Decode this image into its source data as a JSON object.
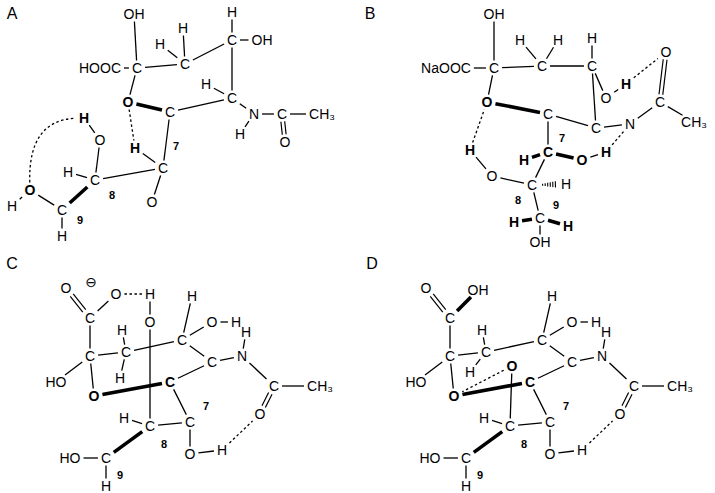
{
  "diagram": {
    "labels": [
      "A",
      "OH",
      "HOOC",
      "C",
      "H",
      "H",
      "C",
      "H",
      "C",
      "OH",
      "H",
      "C",
      "N",
      "H",
      "C",
      "O",
      "CH₃",
      "O",
      "C",
      "7",
      "H",
      "C",
      "O",
      "O",
      "H",
      "8",
      "C",
      "H",
      "C",
      "9",
      "O",
      "H",
      "H",
      "B",
      "OH",
      "NaOOC",
      "C",
      "O",
      "H",
      "H",
      "C",
      "H",
      "C",
      "O",
      "H",
      "C",
      "N",
      "C",
      "O",
      "CH₃",
      "C",
      "C",
      "7",
      "O",
      "H",
      "H",
      "O",
      "H",
      "C",
      "8",
      "H",
      "C",
      "9",
      "H",
      "H",
      "OH",
      "C",
      "O",
      "⊖",
      "O",
      "H",
      "O",
      "C",
      "C",
      "HO",
      "O",
      "H",
      "C",
      "H",
      "H",
      "C",
      "O",
      "H",
      "C",
      "N",
      "H",
      "C",
      "O",
      "CH₃",
      "C",
      "C",
      "7",
      "C",
      "8",
      "H",
      "O",
      "H",
      "C",
      "9",
      "HO",
      "H",
      "D",
      "O",
      "OH",
      "C",
      "C",
      "HO",
      "O",
      "H",
      "C",
      "H",
      "H",
      "C",
      "O",
      "H",
      "C",
      "N",
      "H",
      "C",
      "O",
      "CH₃",
      "C",
      "O",
      "C",
      "7",
      "C",
      "8",
      "H",
      "O",
      "H",
      "C",
      "9",
      "HO",
      "H"
    ]
  }
}
